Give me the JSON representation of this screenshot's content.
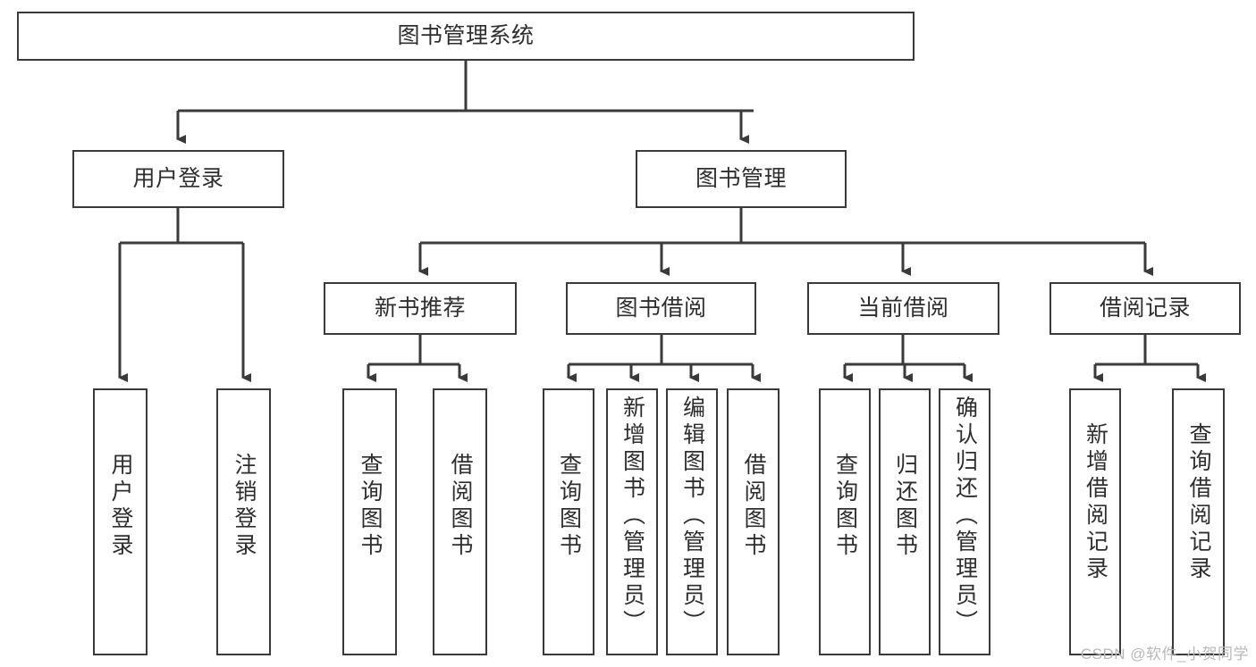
{
  "diagram": {
    "title": "图书管理系统",
    "watermark": "CSDN @软件_小贺同学",
    "style": {
      "border_color": "#3a3a3a",
      "text_color": "#2e2e2e",
      "background": "#ffffff",
      "watermark_color": "#b8b8b8"
    }
  },
  "nodes": {
    "root": {
      "label": "图书管理系统"
    },
    "level2": [
      {
        "label": "用户登录"
      },
      {
        "label": "图书管理"
      }
    ],
    "level3": [
      {
        "label": "新书推荐"
      },
      {
        "label": "图书借阅"
      },
      {
        "label": "当前借阅"
      },
      {
        "label": "借阅记录"
      }
    ],
    "leaves": {
      "user_login": [
        {
          "label": "用户登录"
        },
        {
          "label": "注销登录"
        }
      ],
      "new_book_recommend": [
        {
          "label": "查询图书"
        },
        {
          "label": "借阅图书"
        }
      ],
      "book_borrow": [
        {
          "label": "查询图书"
        },
        {
          "label": "新增图书（管理员）"
        },
        {
          "label": "编辑图书（管理员）"
        },
        {
          "label": "借阅图书"
        }
      ],
      "current_borrow": [
        {
          "label": "查询图书"
        },
        {
          "label": "归还图书"
        },
        {
          "label": "确认归还（管理员）"
        }
      ],
      "borrow_record": [
        {
          "label": "新增借阅记录"
        },
        {
          "label": "查询借阅记录"
        }
      ]
    }
  }
}
